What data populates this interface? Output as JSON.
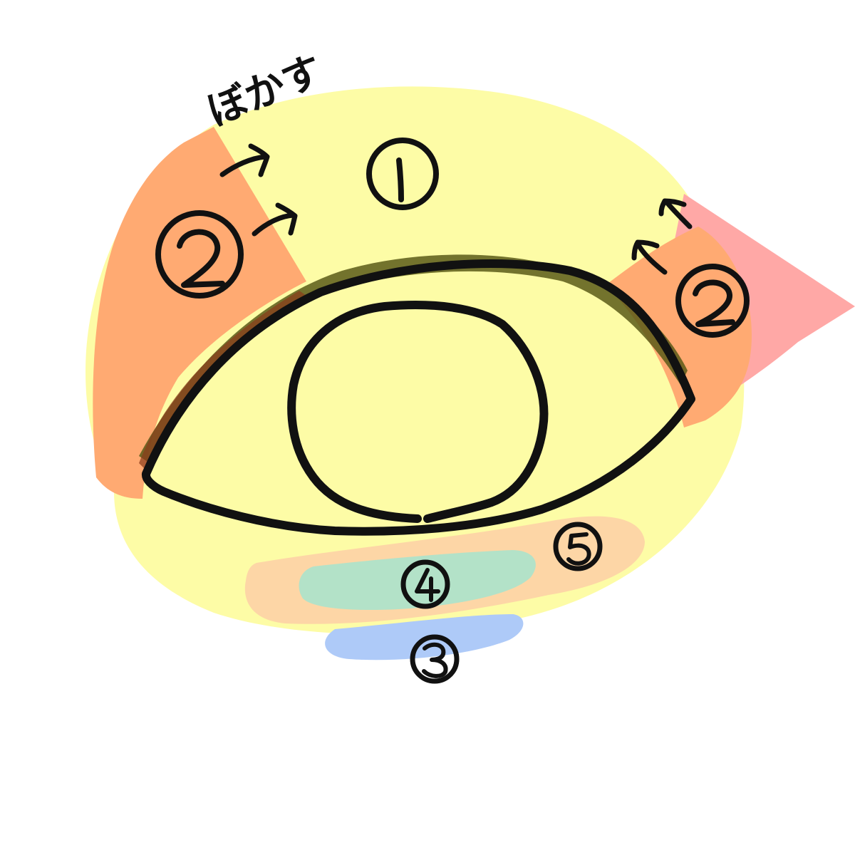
{
  "annotation": {
    "text": "ぼかす"
  },
  "zones": {
    "zone_1": {
      "number": "1"
    },
    "zone_2_left": {
      "number": "2"
    },
    "zone_2_right": {
      "number": "2"
    },
    "zone_3": {
      "number": "3"
    },
    "zone_4": {
      "number": "4"
    },
    "zone_5": {
      "number": "5"
    }
  },
  "colors": {
    "background": "#ffffff",
    "zone_1": "#fdfca6",
    "zone_2": "#ffaa72",
    "zone_2_outer": "#ffa8a6",
    "zone_3": "#aecaf8",
    "zone_4": "#b3e2c8",
    "zone_5": "#fdd6a6",
    "ink": "#111111"
  }
}
